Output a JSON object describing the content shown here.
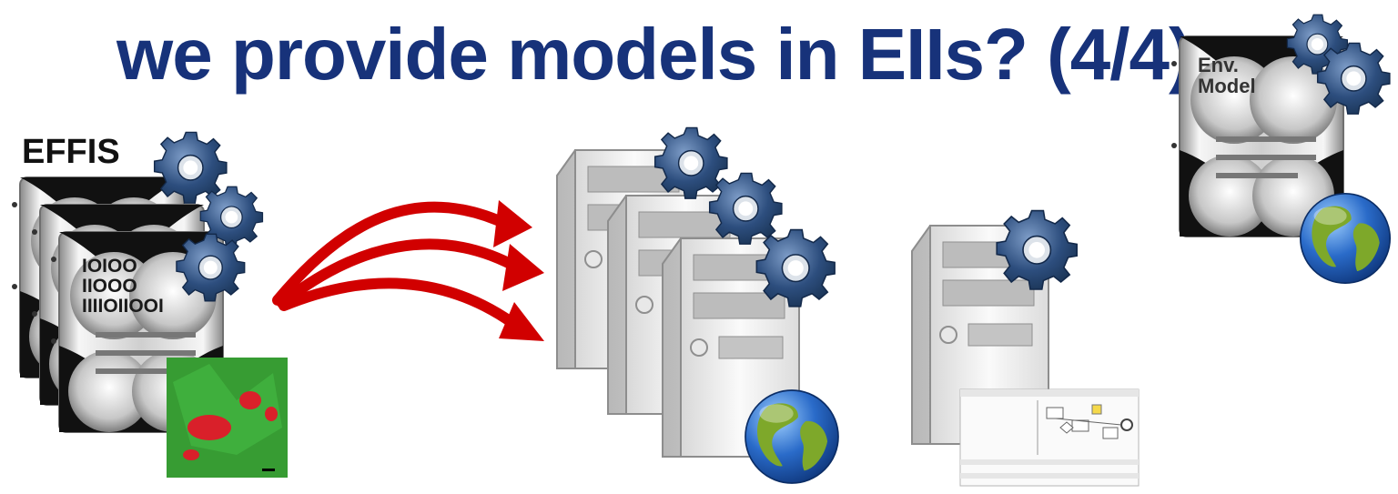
{
  "title": "we provide models in EIIs? (4/4)",
  "left_group": {
    "label": "EFFIS",
    "binary_lines": [
      "IOIOO",
      "IIOOO",
      "IIIIOIIOOI"
    ]
  },
  "right_group": {
    "label_lines": [
      "Env.",
      "Model"
    ]
  },
  "icons": [
    "document-icon",
    "gear-icon",
    "satellite-image",
    "arrow-icon",
    "server-icon",
    "globe-icon",
    "workflow-diagram"
  ],
  "colors": {
    "title": "#17327a",
    "arrow": "#d10000",
    "gear": "#2d4e7e",
    "globe_ocean": "#2a6bc9",
    "globe_land": "#7ea82a"
  }
}
